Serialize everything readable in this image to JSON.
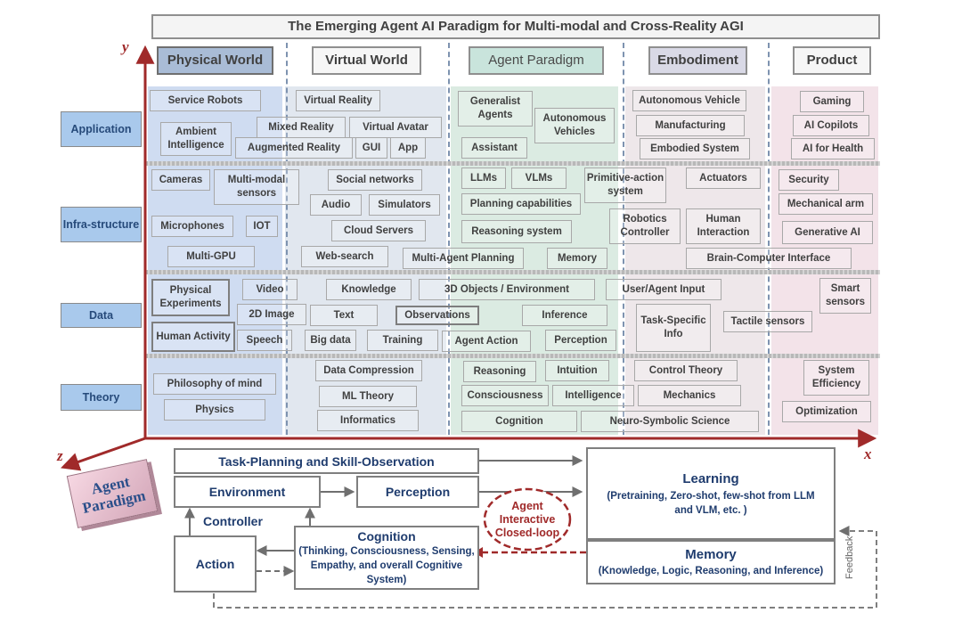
{
  "title": "The Emerging Agent AI Paradigm for Multi-modal and Cross-Reality AGI",
  "axes": {
    "y": "y",
    "x": "x",
    "z": "z"
  },
  "columns": [
    "Physical World",
    "Virtual World",
    "Agent Paradigm",
    "Embodiment",
    "Product"
  ],
  "rows": [
    "Application",
    "Infra-structure",
    "Data",
    "Theory"
  ],
  "application": {
    "service_robots": "Service Robots",
    "ambient_intelligence": "Ambient Intelligence",
    "virtual_reality": "Virtual Reality",
    "mixed_reality": "Mixed Reality",
    "virtual_avatar": "Virtual Avatar",
    "augmented_reality": "Augmented Reality",
    "gui": "GUI",
    "app": "App",
    "generalist_agents": "Generalist Agents",
    "autonomous_vehicles": "Autonomous Vehicles",
    "assistant": "Assistant",
    "autonomous_vehicle": "Autonomous Vehicle",
    "manufacturing": "Manufacturing",
    "embodied_system": "Embodied System",
    "gaming": "Gaming",
    "ai_copilots": "AI Copilots",
    "ai_for_health": "AI for Health"
  },
  "infrastructure": {
    "cameras": "Cameras",
    "multimodal_sensors": "Multi-modal sensors",
    "microphones": "Microphones",
    "iot": "IOT",
    "multi_gpu": "Multi-GPU",
    "social_networks": "Social networks",
    "audio": "Audio",
    "simulators": "Simulators",
    "cloud_servers": "Cloud Servers",
    "web_search": "Web-search",
    "multi_agent_planning": "Multi-Agent Planning",
    "llms": "LLMs",
    "vlms": "VLMs",
    "primitive_action_system": "Primitive-action system",
    "planning_capabilities": "Planning capabilities",
    "reasoning_system": "Reasoning system",
    "memory": "Memory",
    "actuators": "Actuators",
    "robotics_controller": "Robotics Controller",
    "human_interaction": "Human Interaction",
    "security": "Security",
    "mechanical_arm": "Mechanical arm",
    "generative_ai": "Generative AI",
    "brain_computer_interface": "Brain-Computer Interface"
  },
  "data": {
    "physical_experiments": "Physical Experiments",
    "video": "Video",
    "image_2d": "2D Image",
    "human_activity": "Human Activity",
    "speech": "Speech",
    "knowledge": "Knowledge",
    "text": "Text",
    "big_data": "Big data",
    "training": "Training",
    "objects_3d": "3D Objects / Environment",
    "observations": "Observations",
    "inference": "Inference",
    "agent_action": "Agent Action",
    "perception": "Perception",
    "user_agent_input": "User/Agent  Input",
    "task_specific_info": "Task-Specific Info",
    "tactile_sensors": "Tactile sensors",
    "smart_sensors": "Smart sensors"
  },
  "theory": {
    "philosophy_of_mind": "Philosophy of mind",
    "physics": "Physics",
    "data_compression": "Data Compression",
    "ml_theory": "ML Theory",
    "informatics": "Informatics",
    "reasoning": "Reasoning",
    "intuition": "Intuition",
    "consciousness": "Consciousness",
    "intelligence": "Intelligence",
    "cognition": "Cognition",
    "neuro_symbolic": "Neuro-Symbolic Science",
    "control_theory": "Control Theory",
    "mechanics": "Mechanics",
    "system_efficiency": "System Efficiency",
    "optimization": "Optimization"
  },
  "paradigm_tag": "Agent Paradigm",
  "flow": {
    "task_planning": "Task-Planning and Skill-Observation",
    "environment": "Environment",
    "perception": "Perception",
    "controller": "Controller",
    "action": "Action",
    "cognition_title": "Cognition",
    "cognition_sub": "(Thinking, Consciousness, Sensing, Empathy, and overall Cognitive System)",
    "closed_loop": "Agent Interactive Closed-loop",
    "learning_title": "Learning",
    "learning_sub": "(Pretraining, Zero-shot, few-shot from LLM and VLM, etc. )",
    "memory_title": "Memory",
    "memory_sub": "(Knowledge, Logic, Reasoning, and Inference)",
    "feedback": "Feedback"
  },
  "colors": {
    "physical": "#cfdcf1",
    "virtual": "#e1e7ef",
    "agent": "#dbebe2",
    "embodiment": "#eee7ea",
    "product": "#f3e3e9",
    "axis": "#a02a2a",
    "rowlabel": "#a9c9ec"
  }
}
